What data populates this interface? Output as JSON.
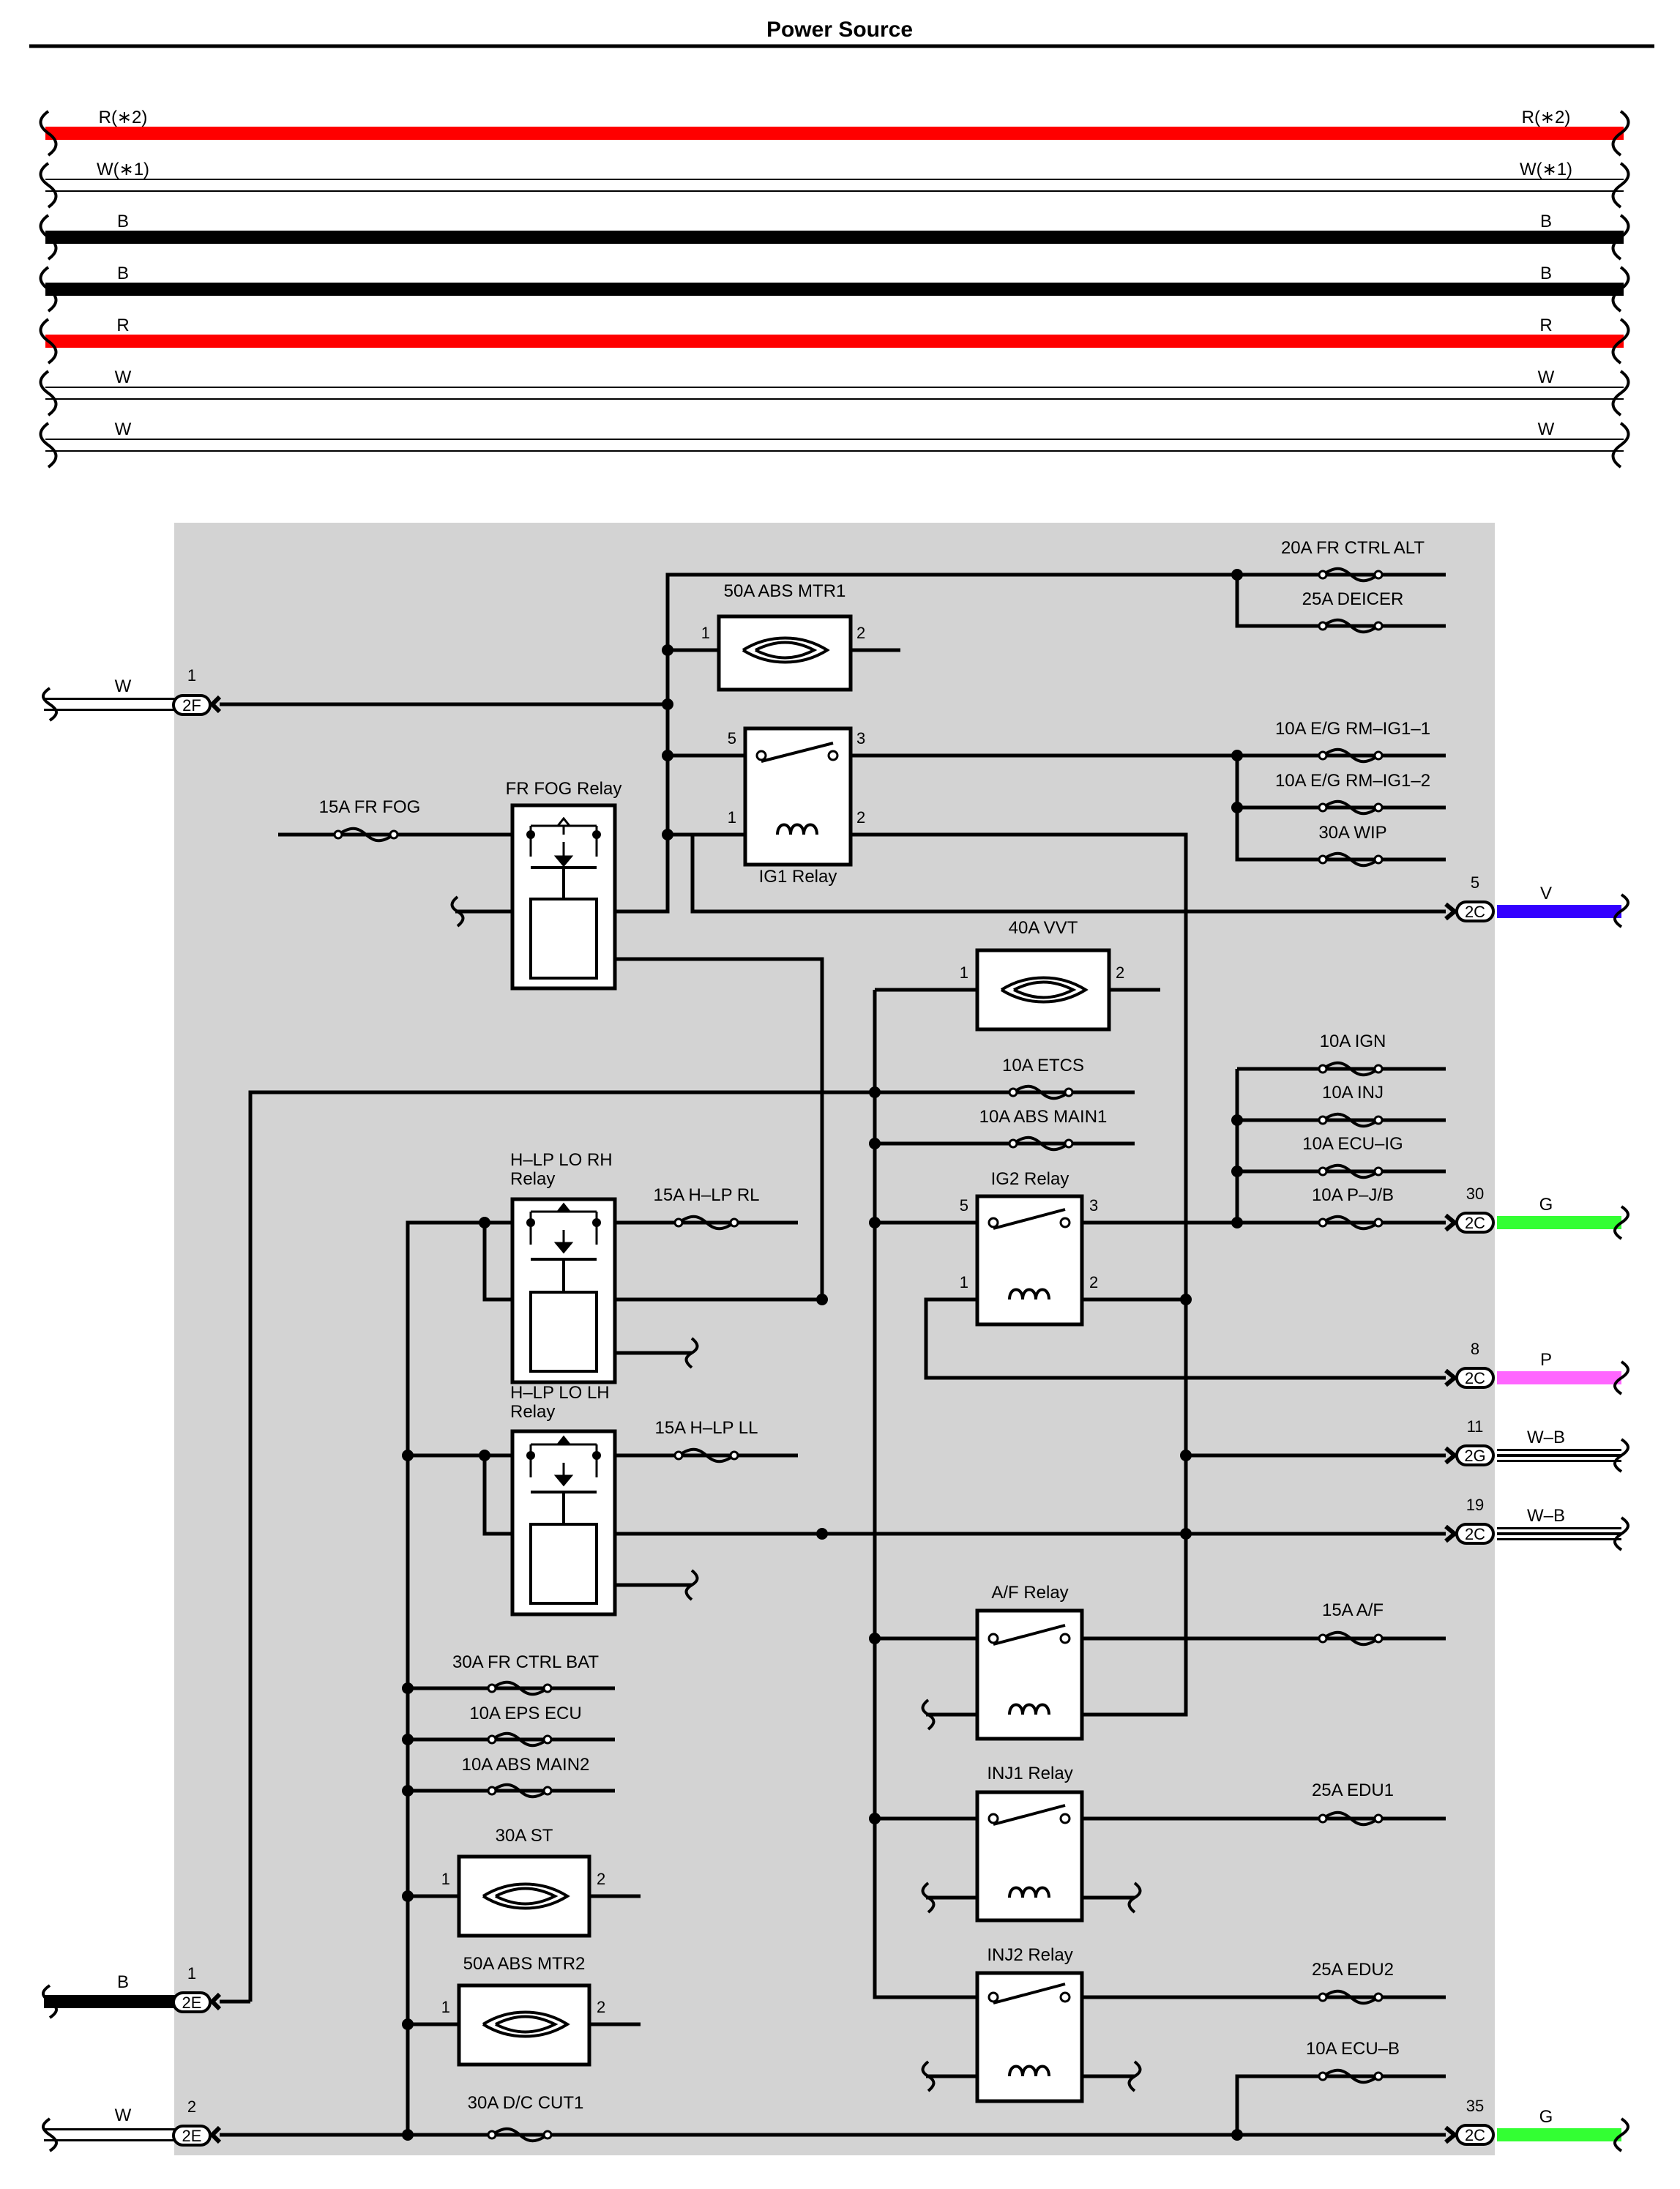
{
  "page": {
    "title": "Power Source"
  },
  "colors": {
    "panel_bg": "#d3d3d3",
    "red": "#ff0000",
    "black": "#000000",
    "violet": "#3300ff",
    "green": "#33ff33",
    "pink": "#ff66ff",
    "white": "#ffffff"
  },
  "top_wires": [
    {
      "left_label": "R(∗2)",
      "right_label": "R(∗2)",
      "color": "red"
    },
    {
      "left_label": "W(∗1)",
      "right_label": "W(∗1)",
      "color": "white"
    },
    {
      "left_label": "B",
      "right_label": "B",
      "color": "black"
    },
    {
      "left_label": "B",
      "right_label": "B",
      "color": "black"
    },
    {
      "left_label": "R",
      "right_label": "R",
      "color": "red"
    },
    {
      "left_label": "W",
      "right_label": "W",
      "color": "white"
    },
    {
      "left_label": "W",
      "right_label": "W",
      "color": "white"
    }
  ],
  "fuses": {
    "fr_ctrl_alt": "20A FR CTRL ALT",
    "deicer": "25A DEICER",
    "abs_mtr1": "50A ABS MTR1",
    "eg_rm_ig1_1": "10A E/G RM–IG1–1",
    "eg_rm_ig1_2": "10A E/G RM–IG1–2",
    "wip": "30A WIP",
    "fr_fog": "15A FR FOG",
    "vvt": "40A VVT",
    "etcs": "10A ETCS",
    "abs_main1": "10A ABS MAIN1",
    "ign": "10A IGN",
    "inj": "10A INJ",
    "ecu_ig": "10A ECU–IG",
    "p_jb": "10A P–J/B",
    "hlp_rl": "15A H–LP RL",
    "hlp_ll": "15A H–LP LL",
    "af": "15A A/F",
    "fr_ctrl_bat": "30A FR CTRL BAT",
    "eps_ecu": "10A EPS ECU",
    "abs_main2": "10A ABS MAIN2",
    "st": "30A ST",
    "edu1": "25A EDU1",
    "abs_mtr2": "50A ABS MTR2",
    "edu2": "25A EDU2",
    "ecu_b": "10A ECU–B",
    "dc_cut1": "30A D/C CUT1"
  },
  "relays": {
    "fr_fog": "FR FOG Relay",
    "ig1": "IG1 Relay",
    "ig2": "IG2 Relay",
    "hlp_lo_rh": [
      "H–LP LO RH",
      "Relay"
    ],
    "hlp_lo_lh": [
      "H–LP LO LH",
      "Relay"
    ],
    "af": "A/F Relay",
    "inj1": "INJ1 Relay",
    "inj2": "INJ2 Relay"
  },
  "pins": {
    "p1": "1",
    "p2": "2",
    "p3": "3",
    "p5": "5"
  },
  "connectors_left": [
    {
      "id": "2F",
      "pin": "1",
      "wire": "W"
    },
    {
      "id": "2E",
      "pin": "1",
      "wire": "B"
    },
    {
      "id": "2E",
      "pin": "2",
      "wire": "W"
    }
  ],
  "connectors_right": [
    {
      "id": "2C",
      "pin": "5",
      "wire": "V"
    },
    {
      "id": "2C",
      "pin": "30",
      "wire": "G"
    },
    {
      "id": "2C",
      "pin": "8",
      "wire": "P"
    },
    {
      "id": "2G",
      "pin": "11",
      "wire": "W–B"
    },
    {
      "id": "2C",
      "pin": "19",
      "wire": "W–B"
    },
    {
      "id": "2C",
      "pin": "35",
      "wire": "G"
    }
  ]
}
